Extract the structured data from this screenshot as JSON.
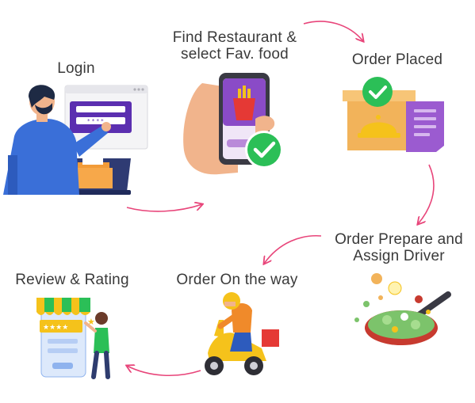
{
  "steps": {
    "login": {
      "label": "Login"
    },
    "find": {
      "line1": "Find Restaurant &",
      "line2": "select Fav. food"
    },
    "placed": {
      "label": "Order Placed"
    },
    "prepare": {
      "line1": "Order Prepare and",
      "line2": "Assign Driver"
    },
    "on_the_way": {
      "label": "Order On the way"
    },
    "review": {
      "label": "Review & Rating"
    }
  },
  "colors": {
    "arrow": "#e8457a",
    "blue_shirt": "#3a6fd8",
    "green_check": "#2bbf57",
    "phone_purple": "#7b3fb8",
    "box_orange": "#f2b35a",
    "scooter_yellow": "#f5c21b",
    "text": "#3a3a3a"
  },
  "icons": [
    "login-illustration",
    "phone-select-food-illustration",
    "order-placed-box-illustration",
    "cooking-pan-illustration",
    "delivery-scooter-illustration",
    "review-store-illustration"
  ]
}
